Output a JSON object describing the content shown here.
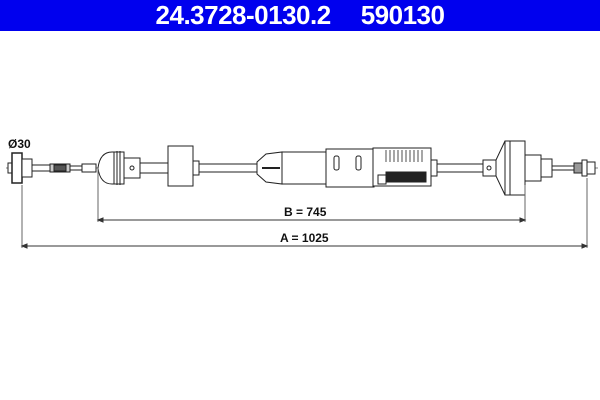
{
  "header": {
    "part_number": "24.3728-0130.2",
    "ref_number": "590130",
    "background": "#0000ee"
  },
  "drawing": {
    "subject": "clutch-cable",
    "diameter_label": "Ø30",
    "dimension_b": {
      "label": "B = 745",
      "value": 745
    },
    "dimension_a": {
      "label": "A = 1025",
      "value": 1025
    }
  }
}
